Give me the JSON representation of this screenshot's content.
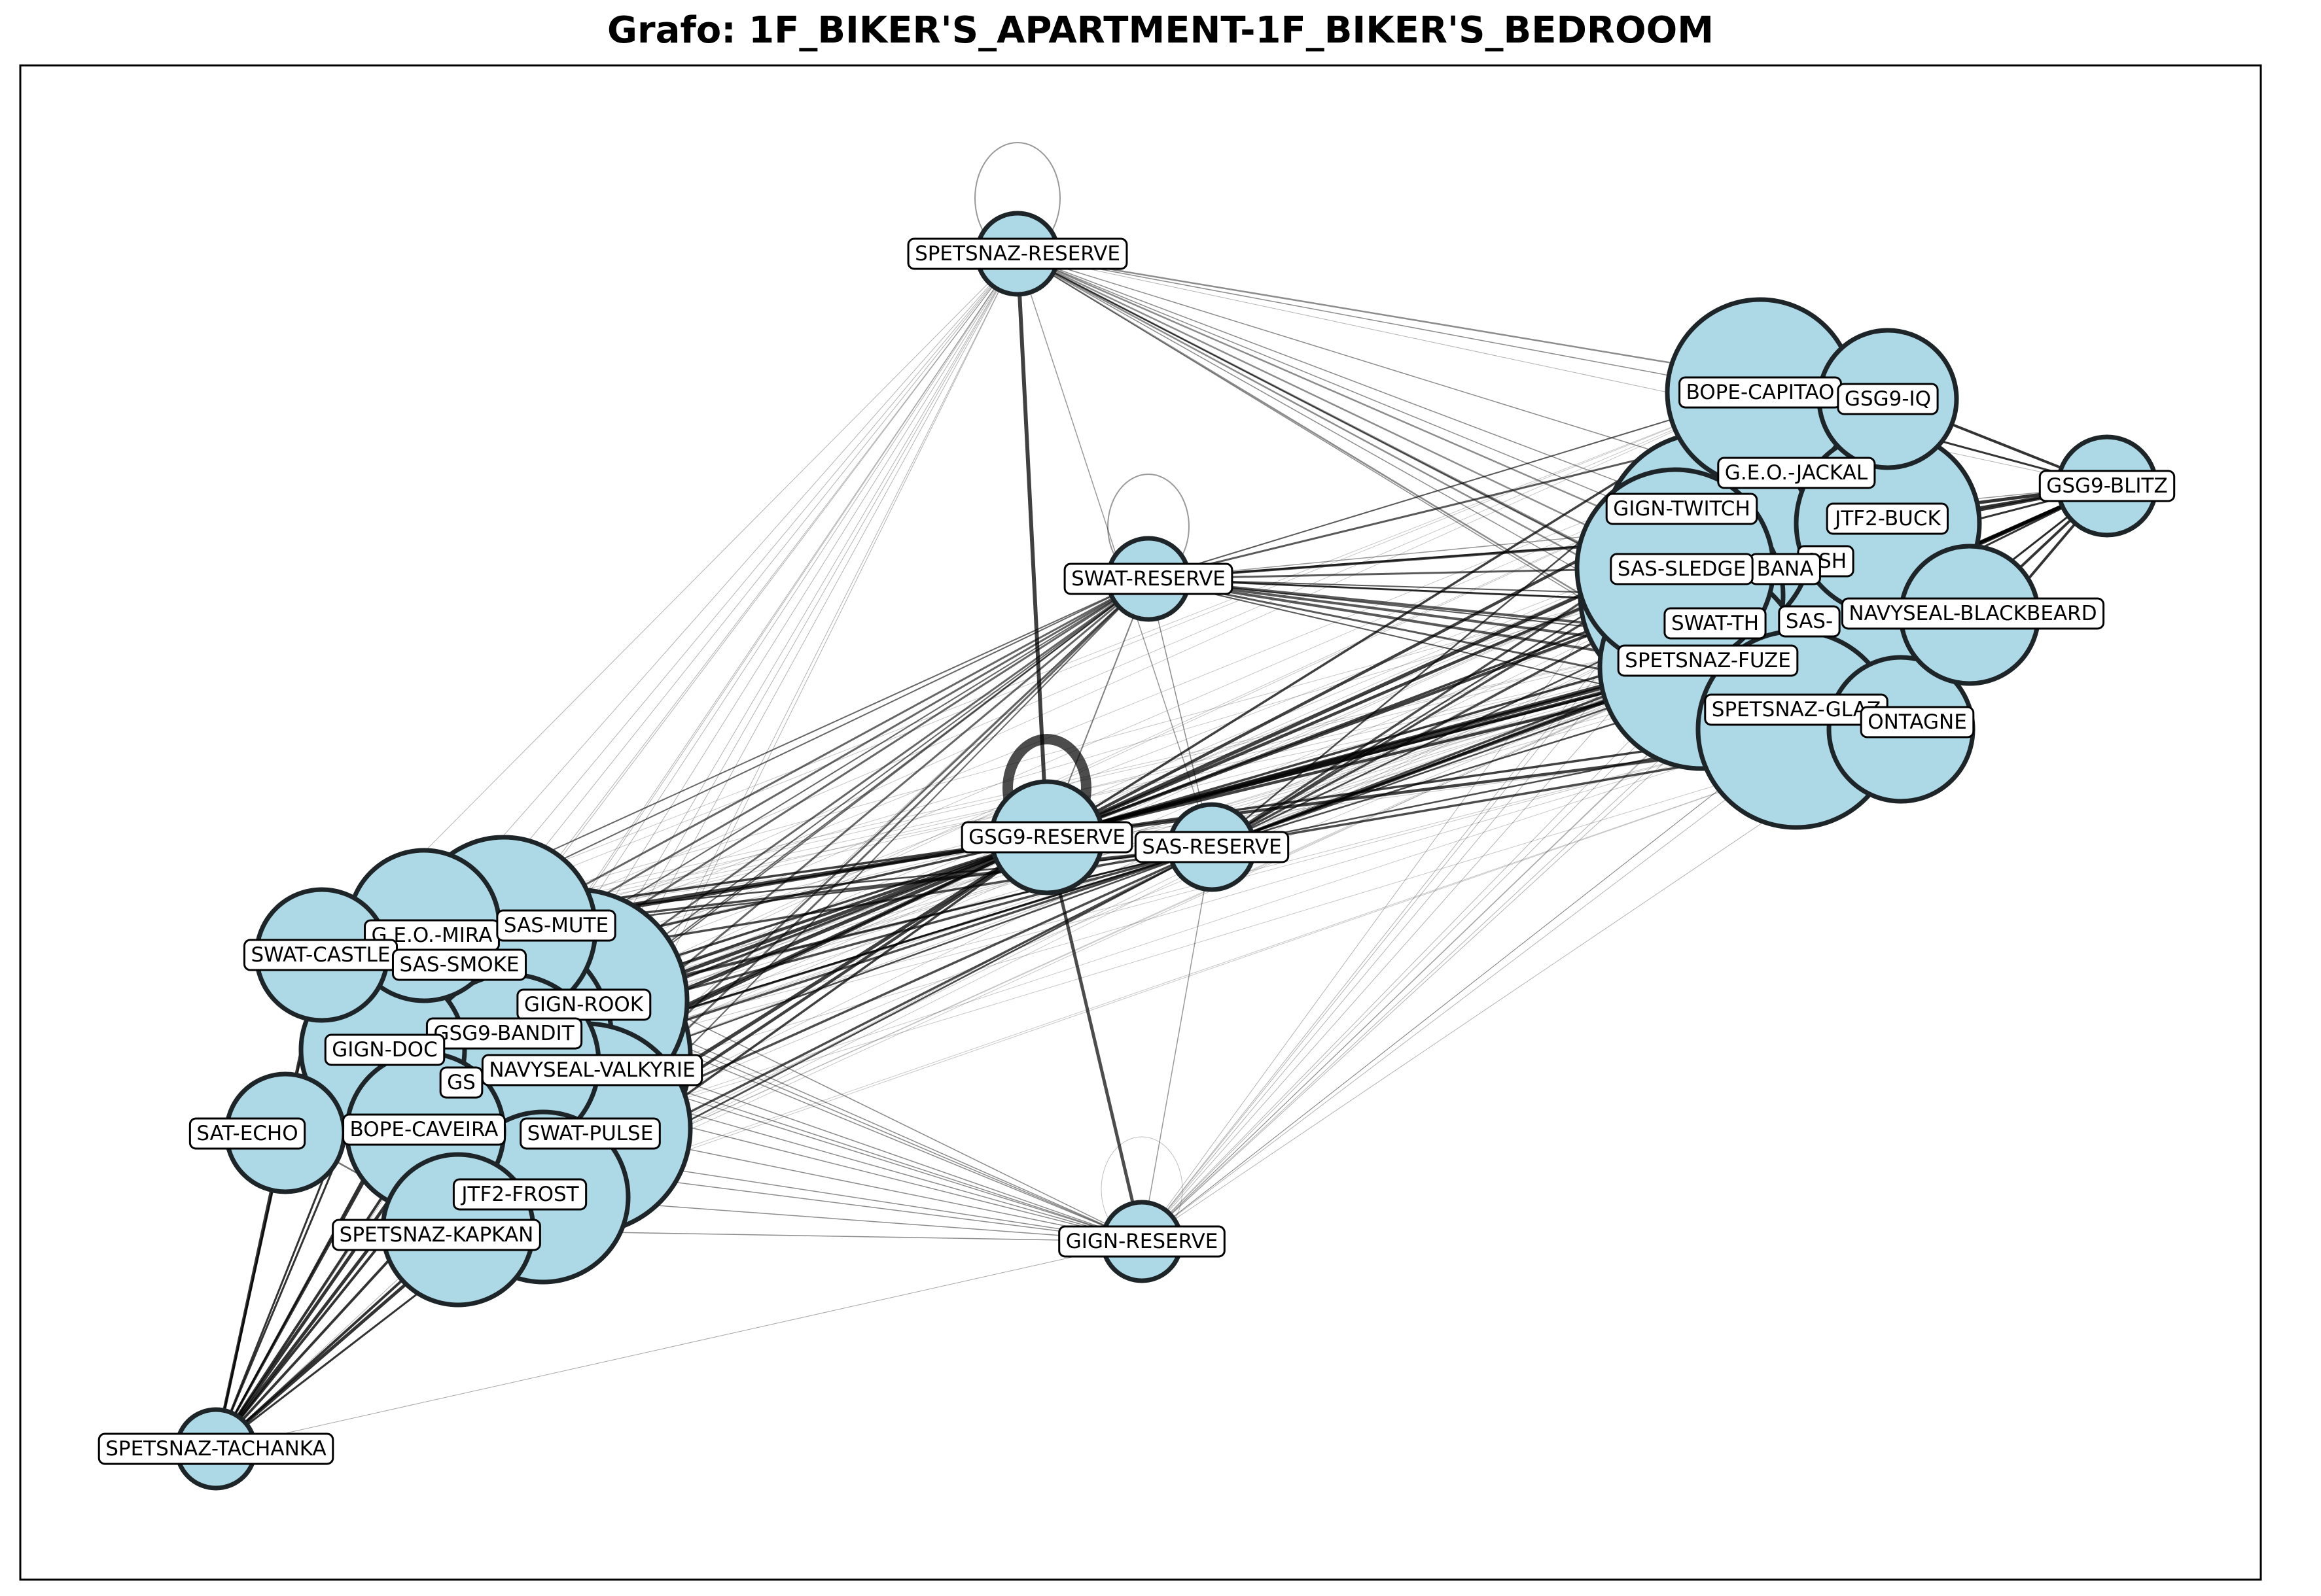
{
  "title": "Grafo: 1F_BIKER'S_APARTMENT-1F_BIKER'S_BEDROOM",
  "colors": {
    "node_fill": "#add8e6",
    "node_stroke": "#1e2528",
    "edge": "#000000",
    "label_bg": "#ffffff",
    "label_border": "#000000"
  },
  "nodes": [
    {
      "id": "SPETSNAZ-RESERVE",
      "label": "SPETSNAZ-RESERVE"
    },
    {
      "id": "SWAT-RESERVE",
      "label": "SWAT-RESERVE"
    },
    {
      "id": "GSG9-RESERVE",
      "label": "GSG9-RESERVE"
    },
    {
      "id": "SAS-RESERVE",
      "label": "SAS-RESERVE"
    },
    {
      "id": "GIGN-RESERVE",
      "label": "GIGN-RESERVE"
    },
    {
      "id": "SPETSNAZ-TACHANKA",
      "label": "SPETSNAZ-TACHANKA"
    },
    {
      "id": "BOPE-CAPITAO",
      "label": "BOPE-CAPITAO"
    },
    {
      "id": "GSG9-IQ",
      "label": "GSG9-IQ"
    },
    {
      "id": "GSG9-BLITZ",
      "label": "GSG9-BLITZ"
    },
    {
      "id": "G.E.O.-JACKAL",
      "label": "G.E.O.-JACKAL"
    },
    {
      "id": "GIGN-TWITCH",
      "label": "GIGN-TWITCH"
    },
    {
      "id": "JTF2-BUCK",
      "label": "JTF2-BUCK"
    },
    {
      "id": "FBI-ASH",
      "label": "ASH"
    },
    {
      "id": "BANA",
      "label": "BANA"
    },
    {
      "id": "SAS-SLEDGE",
      "label": "SAS-SLEDGE"
    },
    {
      "id": "SWAT-THERMITE",
      "label": "SWAT-TH"
    },
    {
      "id": "SAS-THATCHER",
      "label": "SAS-"
    },
    {
      "id": "NAVYSEAL-BLACKBEARD",
      "label": "NAVYSEAL-BLACKBEARD"
    },
    {
      "id": "SPETSNAZ-FUZE",
      "label": "SPETSNAZ-FUZE"
    },
    {
      "id": "SPETSNAZ-GLAZ",
      "label": "SPETSNAZ-GLAZ"
    },
    {
      "id": "GIGN-MONTAGNE",
      "label": "ONTAGNE"
    },
    {
      "id": "G.E.O.-MIRA",
      "label": "G.E.O.-MIRA"
    },
    {
      "id": "SAS-MUTE",
      "label": "SAS-MUTE"
    },
    {
      "id": "SWAT-CASTLE",
      "label": "SWAT-CASTLE"
    },
    {
      "id": "SAS-SMOKE",
      "label": "SAS-SMOKE"
    },
    {
      "id": "GIGN-ROOK",
      "label": "GIGN-ROOK"
    },
    {
      "id": "GSG9-BANDIT",
      "label": "GSG9-BANDIT"
    },
    {
      "id": "GIGN-DOC",
      "label": "GIGN-DOC"
    },
    {
      "id": "NAVYSEAL-VALKYRIE",
      "label": "NAVYSEAL-VALKYRIE"
    },
    {
      "id": "GSG9-JAGER",
      "label": "GS"
    },
    {
      "id": "SAT-ECHO",
      "label": "SAT-ECHO"
    },
    {
      "id": "BOPE-CAVEIRA",
      "label": "BOPE-CAVEIRA"
    },
    {
      "id": "SWAT-PULSE",
      "label": "SWAT-PULSE"
    },
    {
      "id": "JTF2-FROST",
      "label": "JTF2-FROST"
    },
    {
      "id": "SPETSNAZ-KAPKAN",
      "label": "SPETSNAZ-KAPKAN"
    }
  ]
}
